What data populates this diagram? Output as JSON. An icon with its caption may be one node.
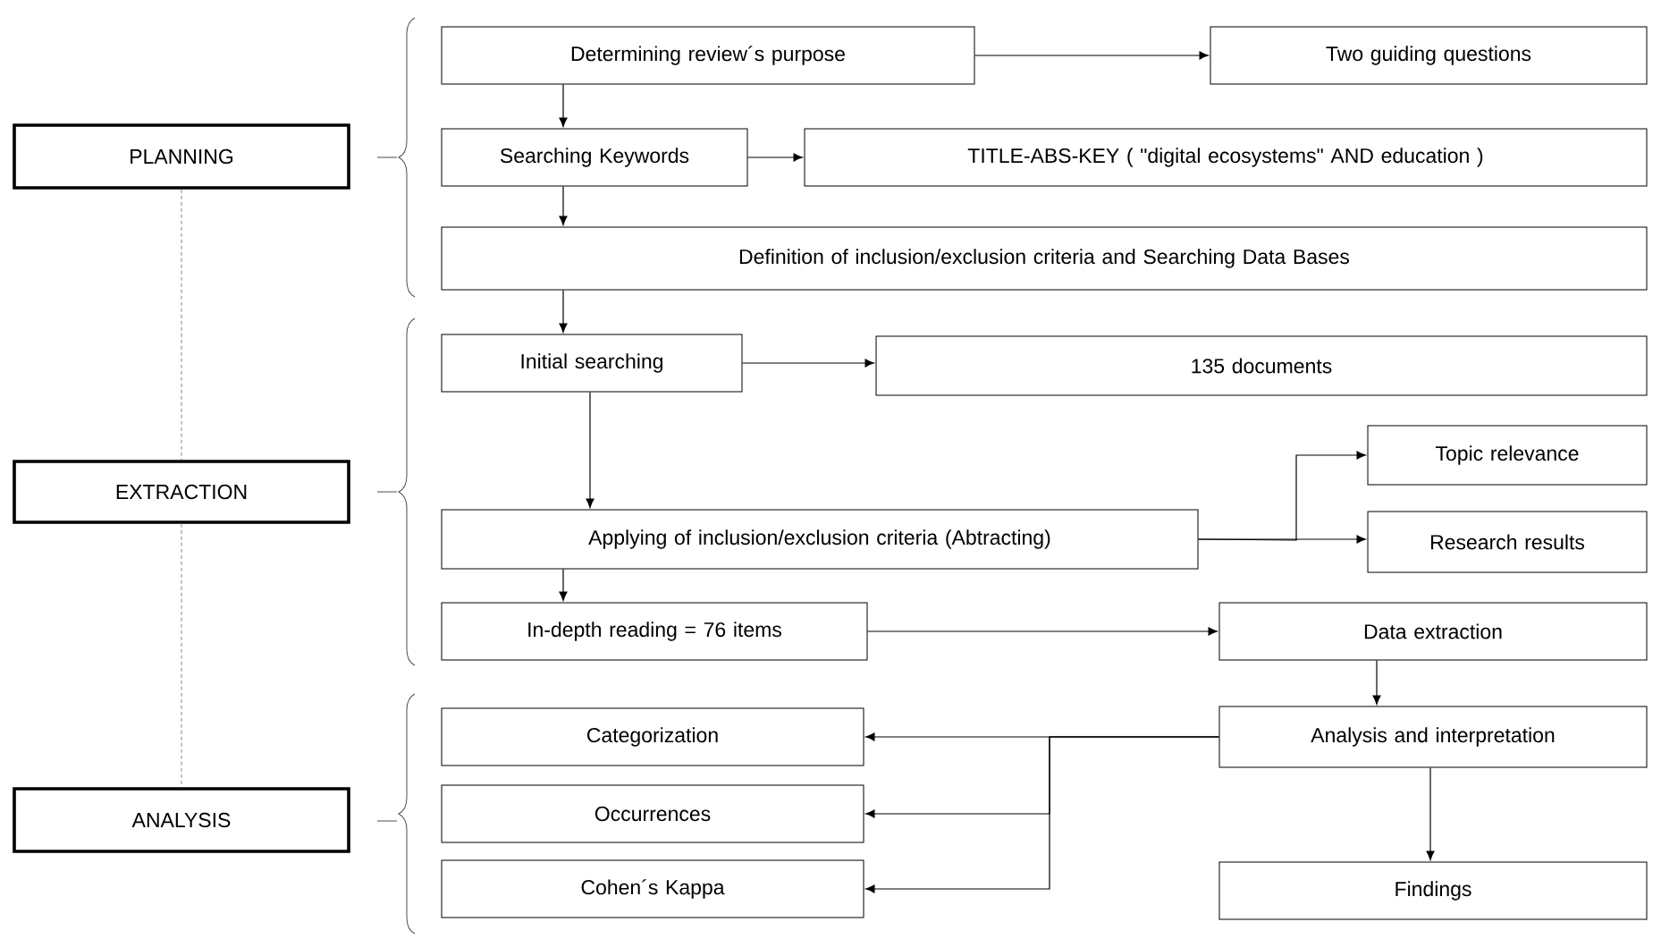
{
  "diagram": {
    "nodes": [
      {
        "text": [
          "PLANNING"
        ]
      },
      {
        "text": [
          "EXTRACTION"
        ]
      },
      {
        "text": [
          "ANALYSIS"
        ]
      },
      {
        "text": [
          "Determining review´s purpose"
        ]
      },
      {
        "text": [
          "Two guiding questions"
        ]
      },
      {
        "text": [
          "Searching Keywords"
        ]
      },
      {
        "text": [
          "TITLE-ABS-KEY ( \"digital ecosystems\"  AND  education )"
        ]
      },
      {
        "text": [
          "Definition of inclusion/exclusion criteria and Searching Data Bases"
        ]
      },
      {
        "text": [
          "Initial searching"
        ]
      },
      {
        "text": [
          "135 documents"
        ]
      },
      {
        "text": [
          "Topic relevance"
        ]
      },
      {
        "text": [
          "Applying of inclusion/exclusion criteria (Abtracting)"
        ]
      },
      {
        "text": [
          "Research results"
        ]
      },
      {
        "text": [
          "In-depth reading = 76 items"
        ]
      },
      {
        "text": [
          "Data extraction"
        ]
      },
      {
        "text": [
          "Categorization"
        ]
      },
      {
        "text": [
          "Analysis and interpretation"
        ]
      },
      {
        "text": [
          "Occurrences"
        ]
      },
      {
        "text": [
          "Cohen´s Kappa"
        ]
      },
      {
        "text": [
          "Findings"
        ]
      }
    ],
    "edges": [
      {
        "from": 0,
        "to": 1,
        "arrow": "none",
        "style": "dashed",
        "color": "#666666"
      },
      {
        "from": 1,
        "to": 2,
        "arrow": "none",
        "style": "dashed",
        "color": "#666666"
      },
      {
        "from": 3,
        "to": 4,
        "arrow": "to"
      },
      {
        "from": 3,
        "to": 5,
        "arrow": "to"
      },
      {
        "from": 5,
        "to": 6,
        "arrow": "to"
      },
      {
        "from": 5,
        "to": 7,
        "arrow": "to"
      },
      {
        "from": 7,
        "to": 8,
        "arrow": "to"
      },
      {
        "from": 8,
        "to": 9,
        "arrow": "to"
      },
      {
        "from": 8,
        "to": 11,
        "arrow": "to"
      },
      {
        "from": 11,
        "to": 10,
        "arrow": "to"
      },
      {
        "from": 11,
        "to": 12,
        "arrow": "to"
      },
      {
        "from": 11,
        "to": 13,
        "arrow": "to"
      },
      {
        "from": 13,
        "to": 14,
        "arrow": "to"
      },
      {
        "from": 14,
        "to": 16,
        "arrow": "to"
      },
      {
        "from": 16,
        "to": 15,
        "arrow": "to"
      },
      {
        "from": 16,
        "to": 17,
        "arrow": "to"
      },
      {
        "from": 16,
        "to": 18,
        "arrow": "to"
      },
      {
        "from": 16,
        "to": 19,
        "arrow": "to"
      }
    ]
  }
}
